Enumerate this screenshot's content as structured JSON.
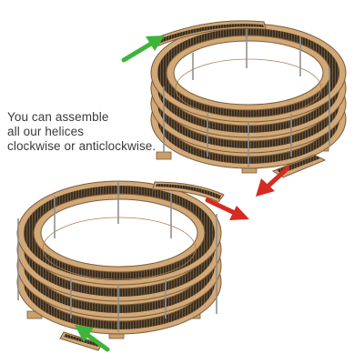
{
  "caption": {
    "lines": [
      "You can assemble",
      "all our helices",
      "clockwise or anticlockwise."
    ]
  },
  "helices": [
    {
      "id": "clockwise",
      "levels": 4,
      "entry_arrow": "green-arrow",
      "exit_arrow": "red-arrow"
    },
    {
      "id": "anticlockwise",
      "levels": 4,
      "entry_arrow": "green-arrow",
      "exit_arrow": "red-arrow"
    }
  ],
  "colors": {
    "board": "#d2a877",
    "board_edge": "#8a6a43",
    "sleeper": "#3b2f22",
    "rail": "#2a2a2a",
    "column": "#9c9c9c",
    "green_arrow": "#3fb43a",
    "red_arrow": "#d62a23"
  }
}
